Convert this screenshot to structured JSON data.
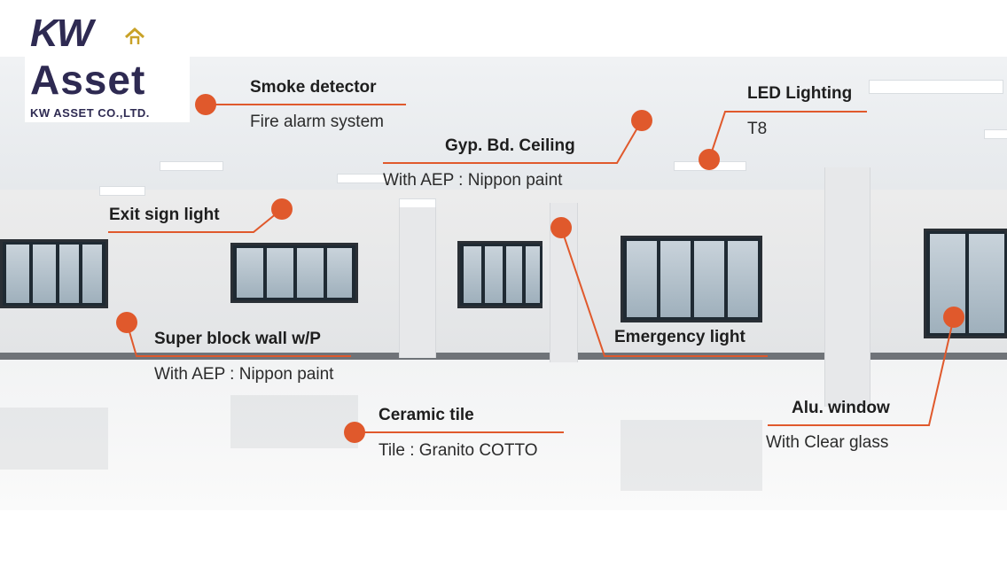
{
  "logo": {
    "mark_text": "KW",
    "name": "Asset",
    "company": "KW ASSET CO.,LTD.",
    "colors": {
      "navy": "#2e2a52",
      "gold": "#c9a227"
    }
  },
  "accent_color": "#e0592c",
  "callouts": [
    {
      "id": "smoke-detector",
      "title": "Smoke detector",
      "subtitle": "Fire alarm system"
    },
    {
      "id": "led-lighting",
      "title": "LED Lighting",
      "subtitle": "T8"
    },
    {
      "id": "gyp-ceiling",
      "title": "Gyp. Bd. Ceiling",
      "subtitle": "With AEP : Nippon paint"
    },
    {
      "id": "exit-sign",
      "title": "Exit sign light",
      "subtitle": ""
    },
    {
      "id": "super-block-wall",
      "title": "Super block wall w/P",
      "subtitle": "With AEP : Nippon paint"
    },
    {
      "id": "emergency-light",
      "title": "Emergency light",
      "subtitle": ""
    },
    {
      "id": "alu-window",
      "title": "Alu. window",
      "subtitle": "With Clear glass"
    },
    {
      "id": "ceramic-tile",
      "title": "Ceramic tile",
      "subtitle": "Tile : Granito COTTO"
    }
  ]
}
